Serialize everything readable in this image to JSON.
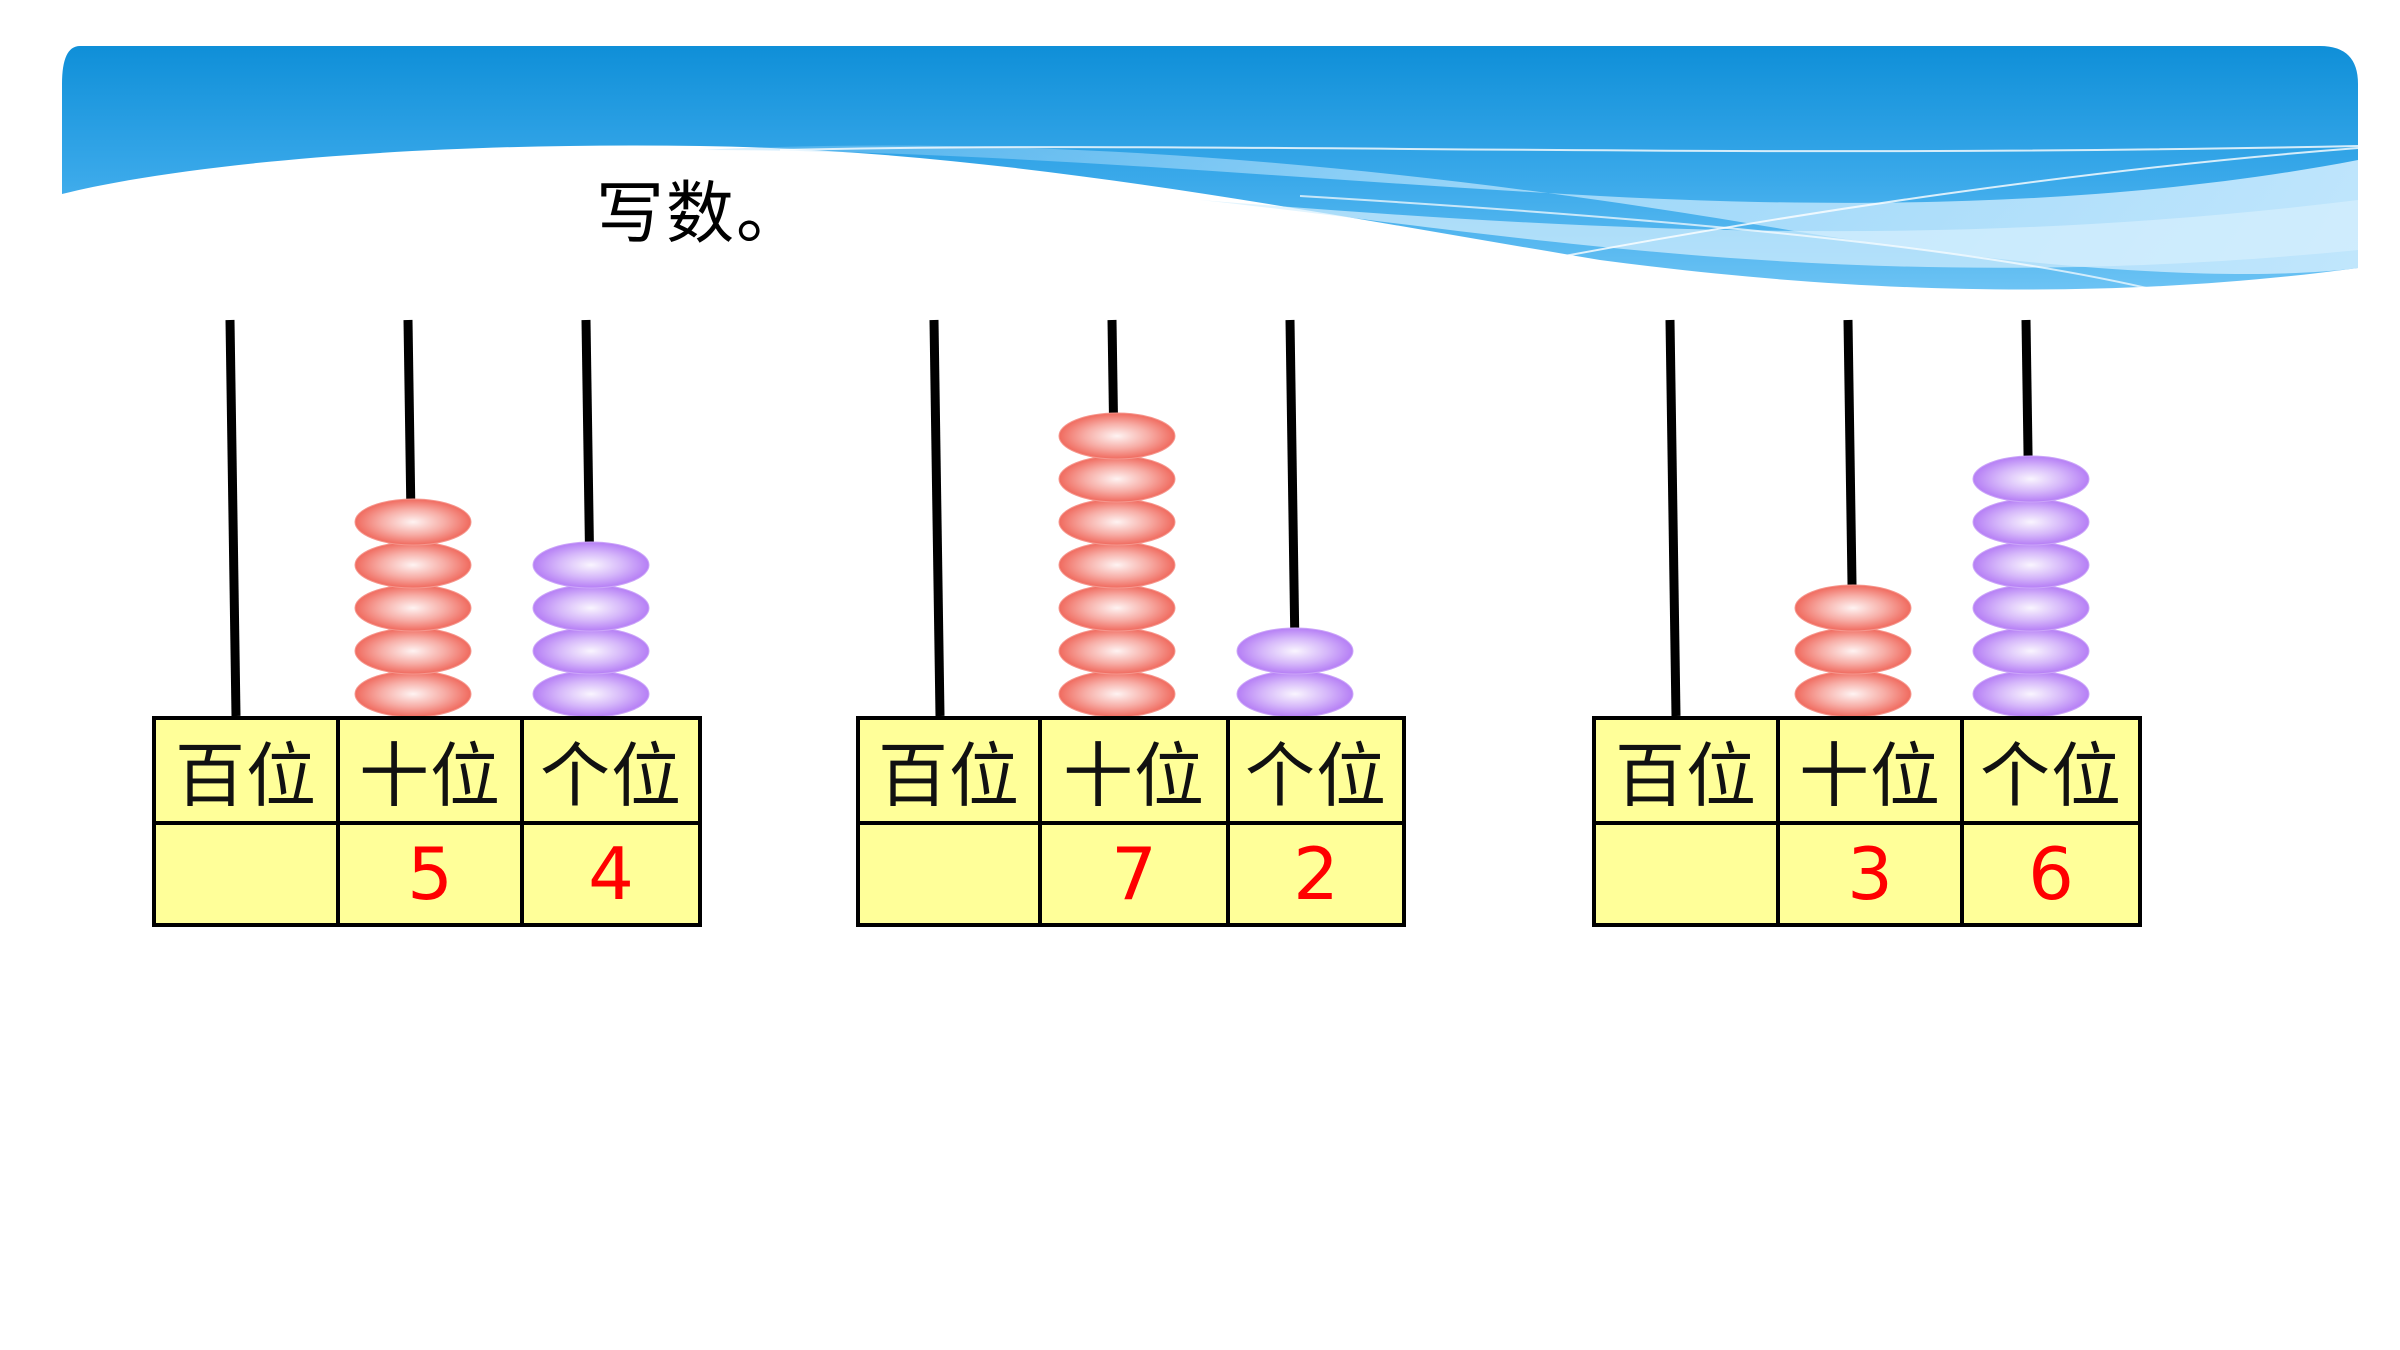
{
  "instruction": "写数。",
  "place_labels": [
    "百位",
    "十位",
    "个位"
  ],
  "bead_colors": {
    "tens": "#f06a5e",
    "ones": "#b57ef5"
  },
  "abaci": [
    {
      "beads": {
        "hundreds": 0,
        "tens": 5,
        "ones": 4
      },
      "values": {
        "hundreds": "",
        "tens": "5",
        "ones": "4"
      }
    },
    {
      "beads": {
        "hundreds": 0,
        "tens": 7,
        "ones": 2
      },
      "values": {
        "hundreds": "",
        "tens": "7",
        "ones": "2"
      }
    },
    {
      "beads": {
        "hundreds": 0,
        "tens": 3,
        "ones": 6
      },
      "values": {
        "hundreds": "",
        "tens": "3",
        "ones": "6"
      }
    }
  ]
}
